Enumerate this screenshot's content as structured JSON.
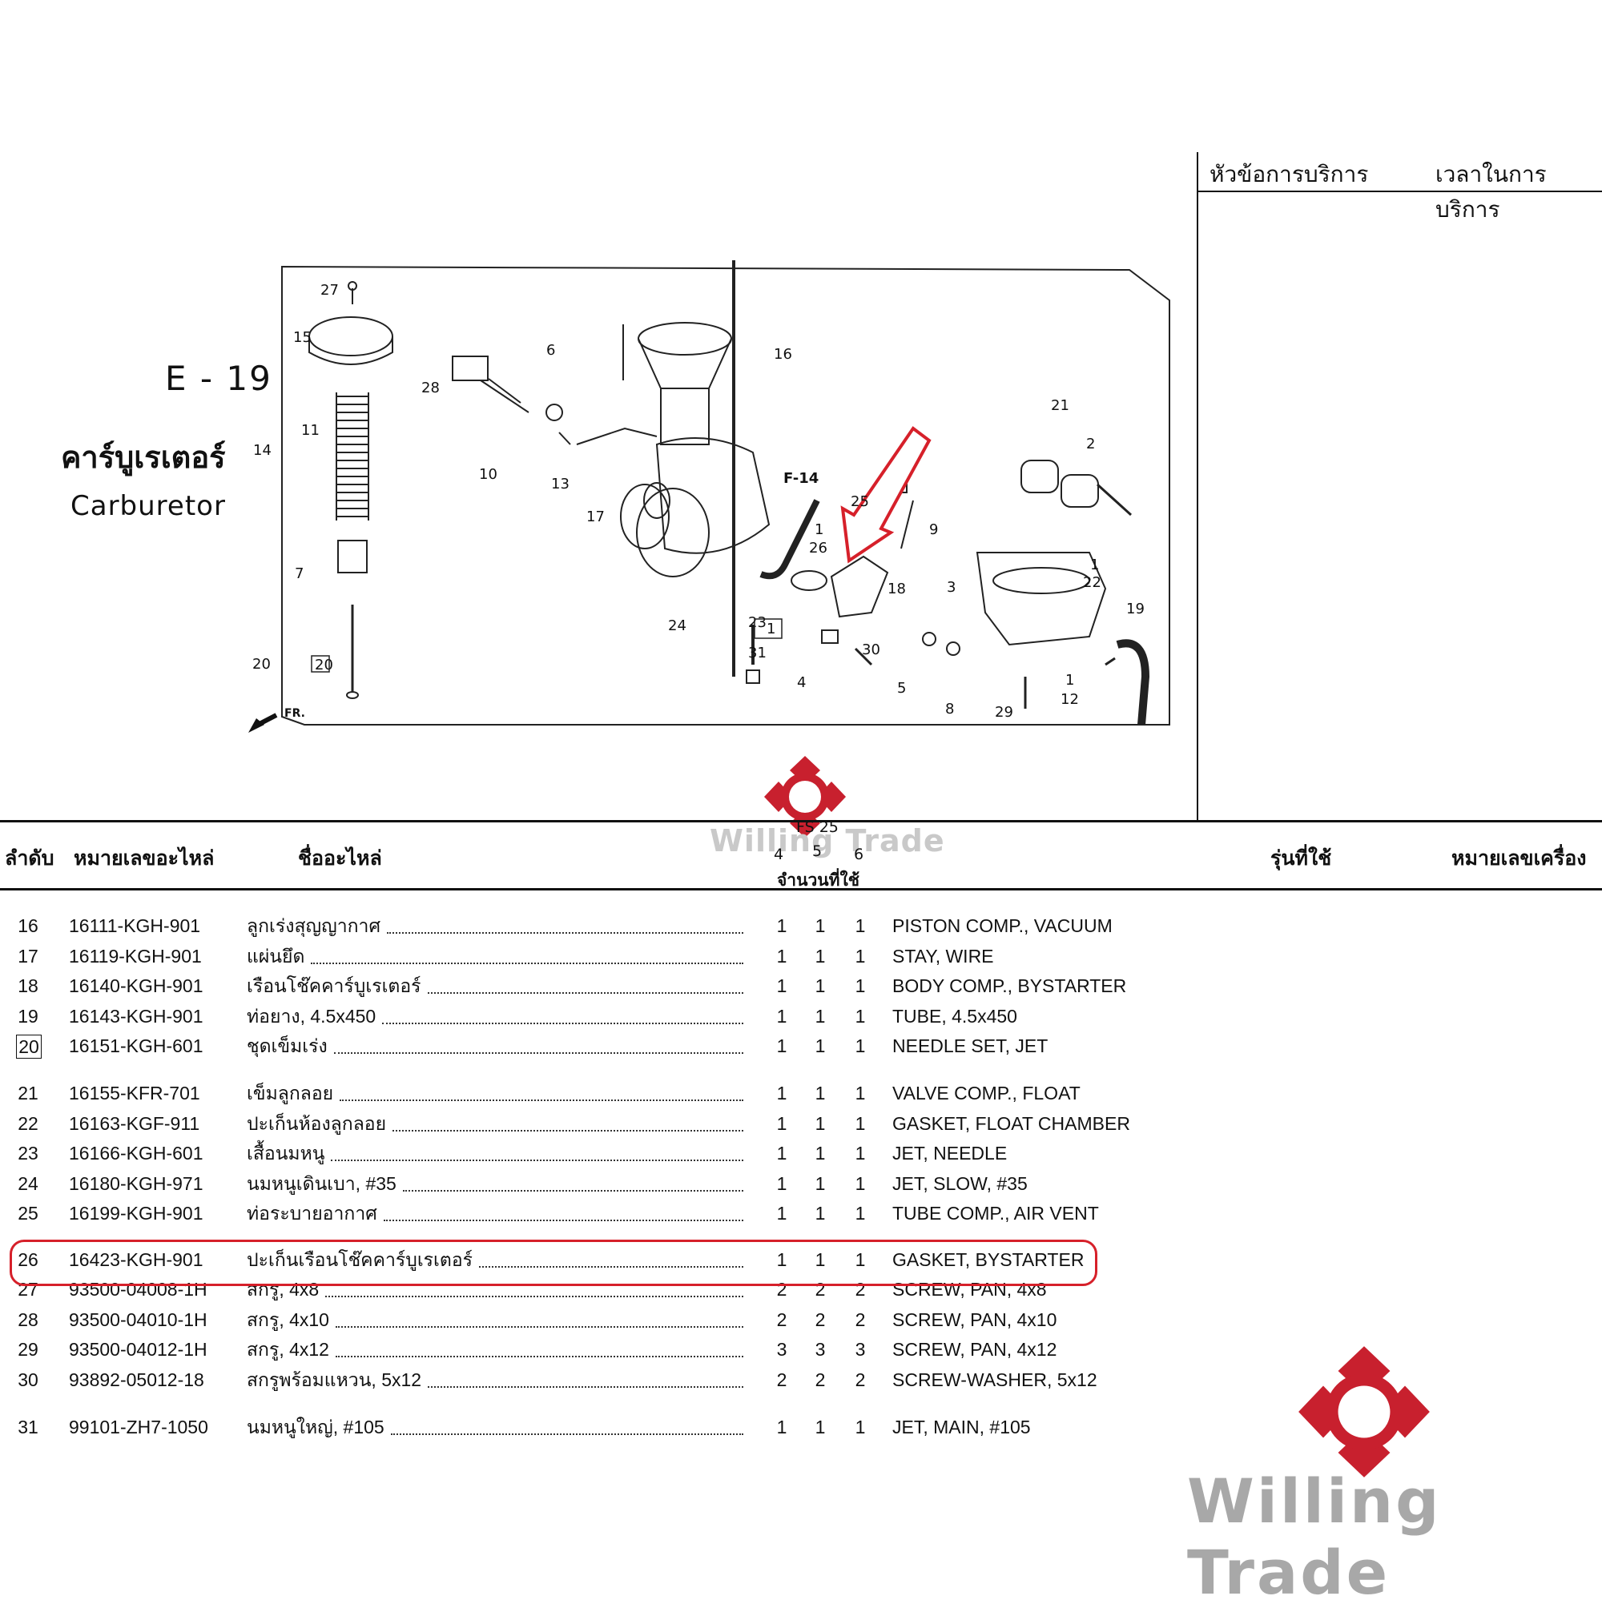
{
  "service_panel": {
    "topic_header": "หัวข้อการบริการ",
    "time_header": "เวลาในการบริการ"
  },
  "section": {
    "code": "E - 19",
    "title_th": "คาร์บูเรเตอร์",
    "title_en": "Carburetor"
  },
  "diagram": {
    "callouts": [
      "27",
      "15",
      "28",
      "6",
      "16",
      "11",
      "14",
      "10",
      "13",
      "21",
      "2",
      "17",
      "F-14",
      "25",
      "9",
      "26",
      "1",
      "7",
      "20",
      "18",
      "3",
      "1",
      "22",
      "19",
      "24",
      "23",
      "31",
      "30",
      "5",
      "4",
      "8",
      "29",
      "12",
      "20",
      "1",
      "1",
      "FR."
    ],
    "highlight_color": "#d6202a"
  },
  "table": {
    "headers": {
      "no": "ลำดับ",
      "part_no": "หมายเลขอะไหล่",
      "part_name": "ชื่ออะไหล่",
      "qty": "จำนวนที่ใช้",
      "model": "รุ่นที่ใช้",
      "engine_no": "หมายเลขเครื่อง"
    },
    "qty_top": "FS 25",
    "qty_cols": [
      "4",
      "5",
      "6"
    ],
    "rows": [
      {
        "no": "16",
        "part": "16111-KGH-901",
        "th": "ลูกเร่งสุญญากาศ",
        "q": [
          "1",
          "1",
          "1"
        ],
        "en": "PISTON COMP., VACUUM"
      },
      {
        "no": "17",
        "part": "16119-KGH-901",
        "th": "แผ่นยึด",
        "q": [
          "1",
          "1",
          "1"
        ],
        "en": "STAY, WIRE"
      },
      {
        "no": "18",
        "part": "16140-KGH-901",
        "th": "เรือนโช๊คคาร์บูเรเตอร์",
        "q": [
          "1",
          "1",
          "1"
        ],
        "en": "BODY COMP., BYSTARTER"
      },
      {
        "no": "19",
        "part": "16143-KGH-901",
        "th": "ท่อยาง, 4.5x450",
        "q": [
          "1",
          "1",
          "1"
        ],
        "en": "TUBE, 4.5x450"
      },
      {
        "no": "20",
        "part": "16151-KGH-601",
        "th": "ชุดเข็มเร่ง",
        "q": [
          "1",
          "1",
          "1"
        ],
        "en": "NEEDLE SET, JET"
      },
      {
        "no": "21",
        "part": "16155-KFR-701",
        "th": "เข็มลูกลอย",
        "q": [
          "1",
          "1",
          "1"
        ],
        "en": "VALVE COMP., FLOAT"
      },
      {
        "no": "22",
        "part": "16163-KGF-911",
        "th": "ปะเก็นห้องลูกลอย",
        "q": [
          "1",
          "1",
          "1"
        ],
        "en": "GASKET, FLOAT CHAMBER"
      },
      {
        "no": "23",
        "part": "16166-KGH-601",
        "th": "เสื้อนมหนู",
        "q": [
          "1",
          "1",
          "1"
        ],
        "en": "JET, NEEDLE"
      },
      {
        "no": "24",
        "part": "16180-KGH-971",
        "th": "นมหนูเดินเบา, #35",
        "q": [
          "1",
          "1",
          "1"
        ],
        "en": "JET, SLOW, #35"
      },
      {
        "no": "25",
        "part": "16199-KGH-901",
        "th": "ท่อระบายอากาศ",
        "q": [
          "1",
          "1",
          "1"
        ],
        "en": "TUBE COMP., AIR VENT"
      },
      {
        "no": "26",
        "part": "16423-KGH-901",
        "th": "ปะเก็นเรือนโช๊คคาร์บูเรเตอร์",
        "q": [
          "1",
          "1",
          "1"
        ],
        "en": "GASKET, BYSTARTER"
      },
      {
        "no": "27",
        "part": "93500-04008-1H",
        "th": "สกรู, 4x8",
        "q": [
          "2",
          "2",
          "2"
        ],
        "en": "SCREW, PAN, 4x8"
      },
      {
        "no": "28",
        "part": "93500-04010-1H",
        "th": "สกรู, 4x10",
        "q": [
          "2",
          "2",
          "2"
        ],
        "en": "SCREW, PAN, 4x10"
      },
      {
        "no": "29",
        "part": "93500-04012-1H",
        "th": "สกรู, 4x12",
        "q": [
          "3",
          "3",
          "3"
        ],
        "en": "SCREW, PAN, 4x12"
      },
      {
        "no": "30",
        "part": "93892-05012-18",
        "th": "สกรูพร้อมแหวน, 5x12",
        "q": [
          "2",
          "2",
          "2"
        ],
        "en": "SCREW-WASHER, 5x12"
      },
      {
        "no": "31",
        "part": "99101-ZH7-1050",
        "th": "นมหนูใหญ่, #105",
        "q": [
          "1",
          "1",
          "1"
        ],
        "en": "JET, MAIN, #105"
      }
    ]
  },
  "brand": {
    "name": "Willing Trade",
    "logo_color": "#c8202e",
    "text_color": "#a8a8a8"
  }
}
